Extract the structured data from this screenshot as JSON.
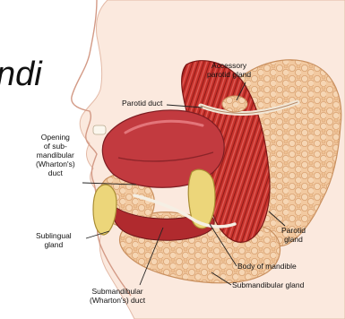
{
  "heading": "ndi",
  "labels": {
    "accessory": [
      "Accessory",
      "parotid gland"
    ],
    "parotid_duct": "Parotid duct",
    "opening": [
      "Opening",
      "of sub-",
      "mandibular",
      "(Wharton's)",
      "duct"
    ],
    "sublingual": [
      "Sublingual",
      "gland"
    ],
    "parotid_gland": [
      "Parotid",
      "gland"
    ],
    "body_mandible": "Body of mandible",
    "submandibular_gland": "Submandibular gland",
    "submandibular_duct": [
      "Submandibular",
      "(Wharton's) duct"
    ]
  },
  "colors": {
    "gland": "#f2c9a0",
    "gland_lobule": "#e8b486",
    "muscle": "#c8322b",
    "muscle_dark": "#8e1c1a",
    "tongue": "#c23a3f",
    "bone": "#ecd67a",
    "skin": "#fbe9de",
    "leader": "#222222"
  }
}
